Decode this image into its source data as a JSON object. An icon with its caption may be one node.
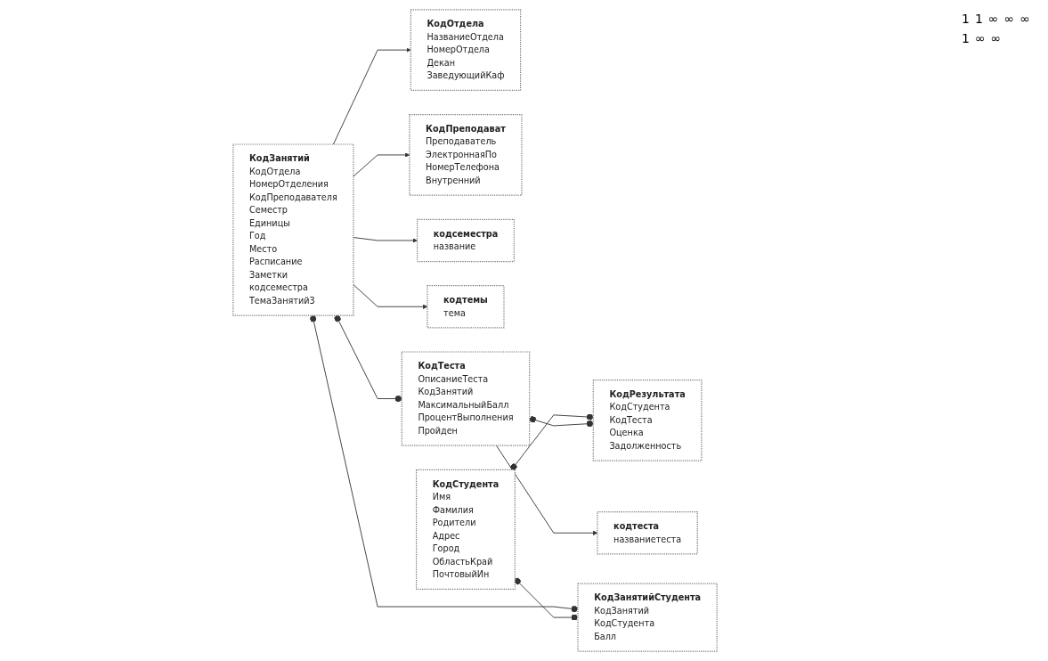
{
  "diagram": {
    "nodes": [
      {
        "text": [
          "КодОтдела",
          "НазваниеОтдела",
          "НомерОтдела",
          "Декан",
          "ЗаведующийКаф"
        ]
      },
      {
        "text": [
          "КодПреподават",
          "Преподаватель",
          "ЭлектроннаяПо",
          "НомерТелефона",
          "Внутренний"
        ]
      },
      {
        "text": [
          "КодЗанятий",
          "КодОтдела",
          "НомерОтделения",
          "КодПреподавателя",
          "Семестр",
          "Единицы",
          "Год",
          "Место",
          "Расписание",
          "Заметки",
          "кодсеместра",
          "ТемаЗанятий3"
        ]
      },
      {
        "text": [
          "кодсеместра",
          "название"
        ]
      },
      {
        "text": [
          "кодтемы",
          "тема"
        ]
      },
      {
        "text": [
          "КодСтудента",
          "Имя",
          "Фамилия",
          "Родители",
          "Адрес",
          "Город",
          "ОбластьКрай",
          "ПочтовыйИн"
        ]
      },
      {
        "text": [
          "КодЗанятийСтудента",
          "КодЗанятий",
          "КодСтудента",
          "Балл"
        ]
      },
      {
        "text": [
          "КодТеста",
          "ОписаниеТеста",
          "КодЗанятий",
          "МаксимальныйБалл",
          "ПроцентВыполнения",
          "Пройден"
        ]
      },
      {
        "text": [
          "КодРезультата",
          "КодСтудента",
          "КодТеста",
          "Оценка",
          "Задолженность"
        ]
      },
      {
        "text": [
          "кодтеста",
          "названиетеста"
        ]
      }
    ],
    "edges": [
      {
        "from": 2,
        "to": 0,
        "arrow": "to"
      },
      {
        "from": 2,
        "to": 1,
        "arrow": "to"
      },
      {
        "from": 2,
        "to": 3,
        "arrow": "to"
      },
      {
        "from": 2,
        "to": 4,
        "arrow": "to"
      },
      {
        "from": 2,
        "to": 7,
        "arrow": "other"
      },
      {
        "from": 2,
        "to": 6,
        "arrow": "other"
      },
      {
        "from": 5,
        "to": 6,
        "arrow": "other"
      },
      {
        "from": 5,
        "to": 8,
        "arrow": "other"
      },
      {
        "from": 7,
        "to": 8,
        "arrow": "other"
      },
      {
        "from": 7,
        "to": 9,
        "arrow": "to"
      }
    ],
    "labels": [
      "1",
      "1",
      "∞",
      "∞",
      "∞",
      "1",
      "∞",
      "∞"
    ]
  }
}
